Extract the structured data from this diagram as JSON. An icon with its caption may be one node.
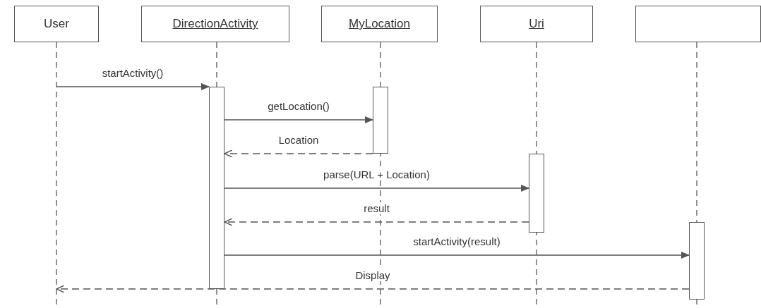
{
  "diagram": {
    "nodes": [
      {
        "text": [
          "User"
        ]
      },
      {
        "text": [
          "DirectionActivity"
        ]
      },
      {
        "text": [
          "MyLocation"
        ]
      },
      {
        "text": [
          "Uri"
        ]
      },
      {
        "text": [],
        "shape": "box"
      },
      {
        "text": [],
        "shape": "bar"
      },
      {
        "text": [],
        "shape": "bar"
      },
      {
        "text": [],
        "shape": "bar"
      },
      {
        "text": [],
        "shape": "bar"
      }
    ],
    "edges": [
      {
        "from": null,
        "to": 5,
        "arrow": "to",
        "label": "startActivity()"
      },
      {
        "from": 5,
        "to": 6,
        "arrow": "to",
        "label": "getLocation()"
      },
      {
        "from": 6,
        "to": 5,
        "arrow": "to",
        "label": "Location",
        "style": "dashed"
      },
      {
        "from": 5,
        "to": 7,
        "arrow": "to",
        "label": "parse(URL + Location)"
      },
      {
        "from": 7,
        "to": 5,
        "arrow": "to",
        "label": "result",
        "style": "dashed"
      },
      {
        "from": 5,
        "to": 8,
        "arrow": "to",
        "label": "startActivity(result)"
      },
      {
        "from": 8,
        "to": null,
        "arrow": "to",
        "label": "Display",
        "style": "dashed"
      }
    ]
  }
}
